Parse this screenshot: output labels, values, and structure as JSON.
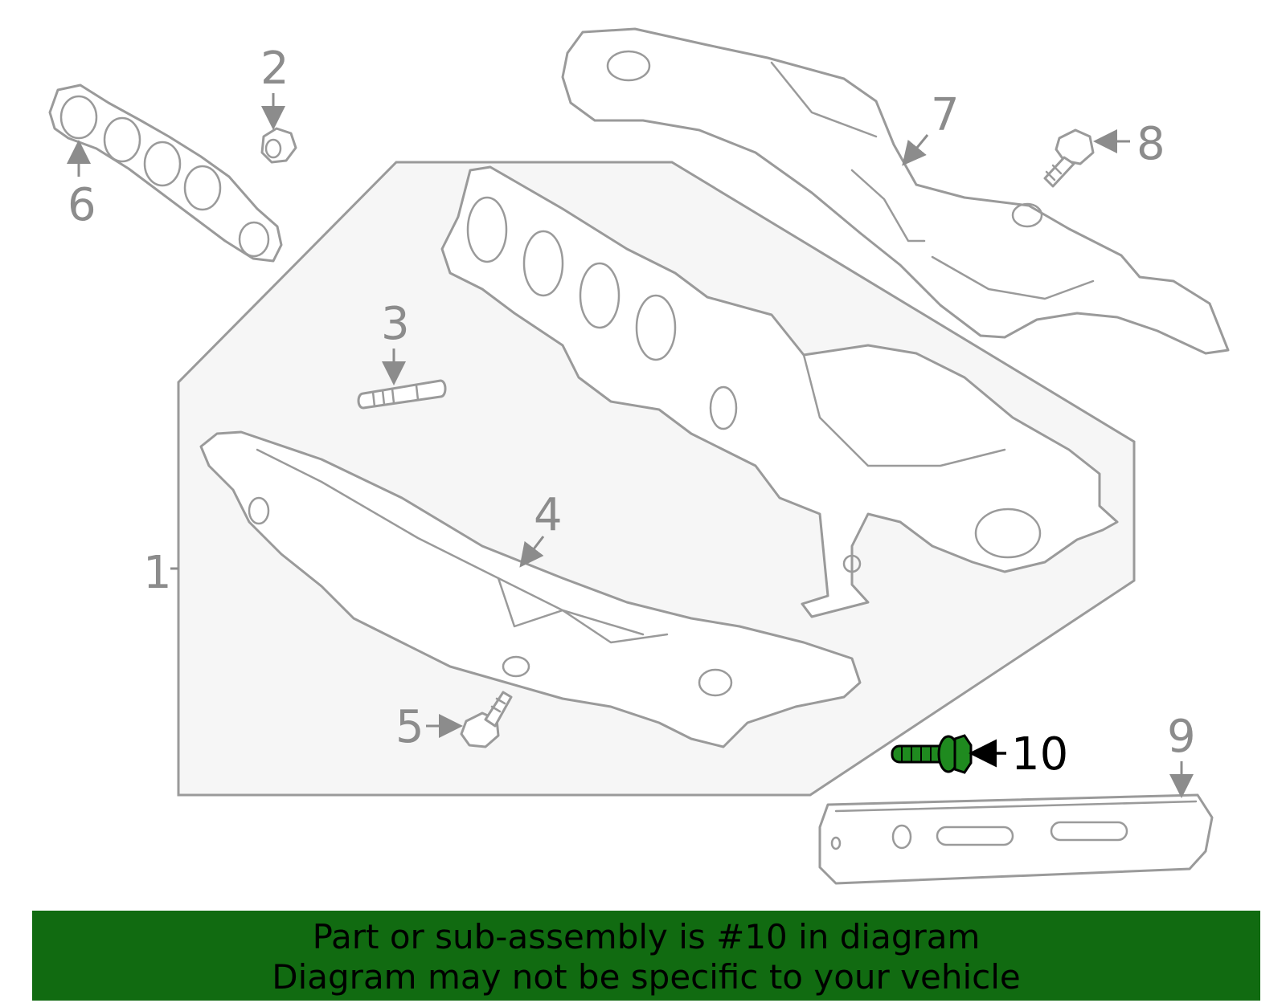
{
  "diagram": {
    "callouts": [
      {
        "id": "1",
        "label": "1"
      },
      {
        "id": "2",
        "label": "2"
      },
      {
        "id": "3",
        "label": "3"
      },
      {
        "id": "4",
        "label": "4"
      },
      {
        "id": "5",
        "label": "5"
      },
      {
        "id": "6",
        "label": "6"
      },
      {
        "id": "7",
        "label": "7"
      },
      {
        "id": "8",
        "label": "8"
      },
      {
        "id": "9",
        "label": "9"
      },
      {
        "id": "10",
        "label": "10"
      }
    ],
    "highlighted_part": "10",
    "highlight_color": "#1f8a1f",
    "line_color": "#9a9a9a",
    "assembly_box_color": "#f6f6f6"
  },
  "banner": {
    "line1": "Part or sub-assembly is #10 in diagram",
    "line2": "Diagram may not be specific to your vehicle",
    "background_color": "#116b11"
  }
}
